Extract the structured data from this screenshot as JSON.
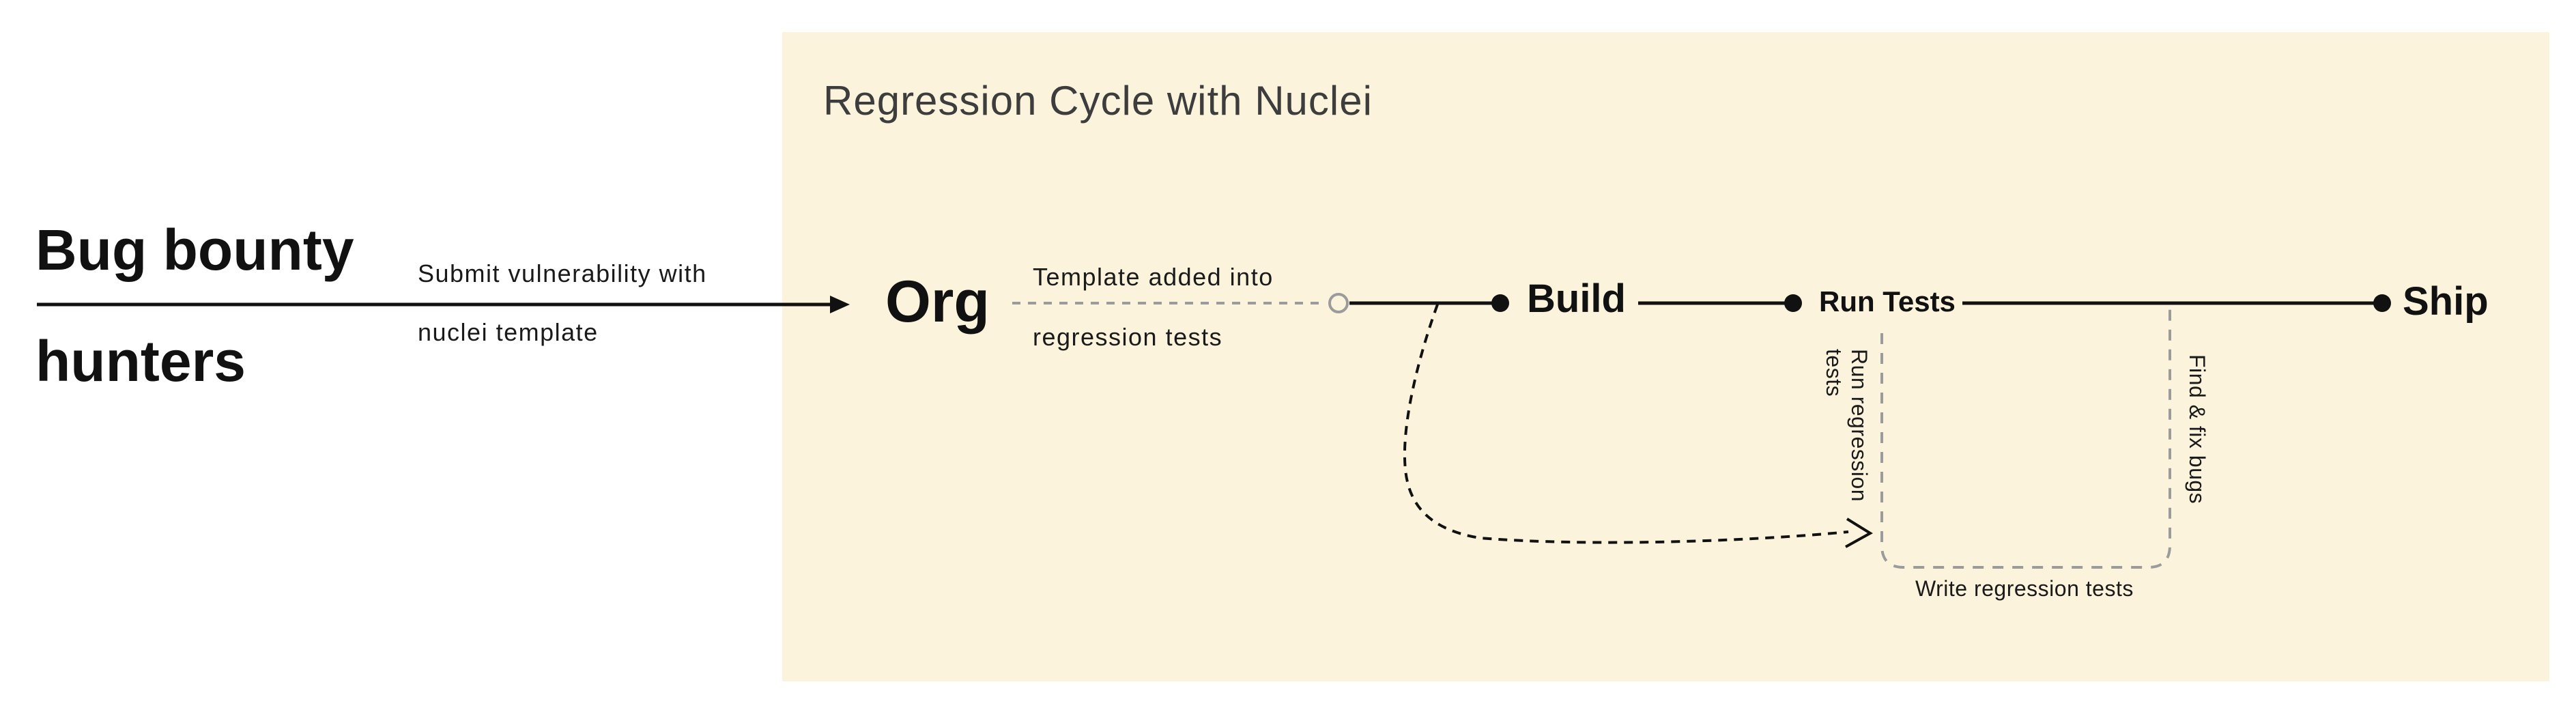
{
  "panel": {
    "title": "Regression Cycle with Nuclei"
  },
  "actor": {
    "line1": "Bug bounty",
    "line2": "hunters"
  },
  "submit_edge": {
    "line1": "Submit vulnerability with",
    "line2": "nuclei template"
  },
  "template_edge": {
    "line1": "Template added into",
    "line2": "regression tests"
  },
  "nodes": {
    "org": "Org",
    "build": "Build",
    "run_tests": "Run Tests",
    "ship": "Ship"
  },
  "cycle": {
    "run_regression_line1": "Run regression",
    "run_regression_line2": "tests",
    "find_fix": "Find & fix bugs",
    "write_tests": "Write regression tests"
  },
  "colors": {
    "panel_bg": "#FBF3DC",
    "ink": "#111111",
    "muted_gray": "#9B9B9B",
    "title_ink": "#3D3D3D"
  }
}
